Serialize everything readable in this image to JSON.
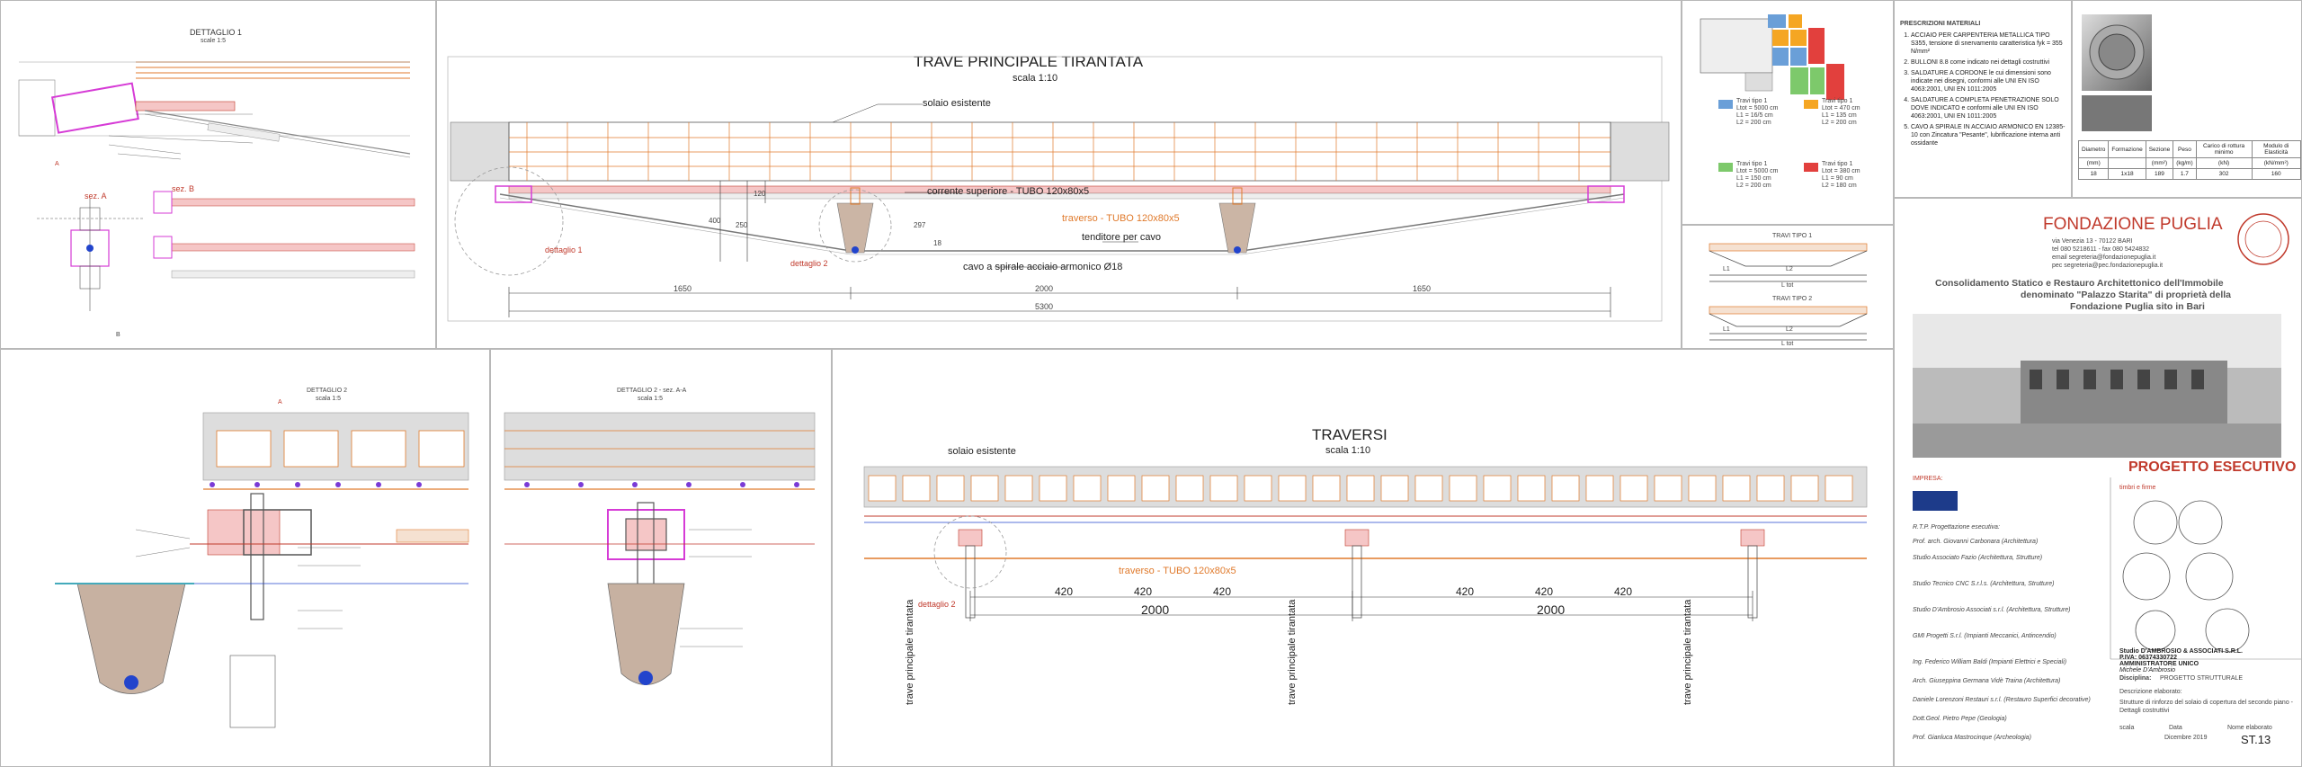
{
  "det1": {
    "title": "DETTAGLIO 1",
    "scale": "scale 1:5",
    "sezA": "sez. A",
    "sezB": "sez. B",
    "markA": "A",
    "markB": "B"
  },
  "trave": {
    "title": "TRAVE PRINCIPALE TIRANTATA",
    "scale": "scala 1:10",
    "solaio": "solaio esistente",
    "corrente": "corrente superiore - TUBO 120x80x5",
    "traverso": "traverso - TUBO 120x80x5",
    "tenditore": "tenditore per cavo",
    "cavo": "cavo a spirale acciaio armonico Ø18",
    "det1": "dettaglio 1",
    "det2": "dettaglio 2",
    "dims": {
      "d1": "1650",
      "d2": "2000",
      "d3": "1650",
      "total": "5300",
      "v400": "400",
      "v250": "250",
      "v120": "120",
      "v297": "297",
      "v18": "18"
    }
  },
  "plan": {
    "key": [
      {
        "label": "Travi tipo 1",
        "l1": "Ltot = 5000 cm",
        "l2": "L1 = 16/5 cm",
        "l3": "L2 = 200 cm",
        "color": "#6a9fd8"
      },
      {
        "label": "Travi tipo 1",
        "l1": "Ltot = 470 cm",
        "l2": "L1 = 135 cm",
        "l3": "L2 = 200 cm",
        "color": "#f5a623"
      },
      {
        "label": "Travi tipo 1",
        "l1": "Ltot = 5000 cm",
        "l2": "L1 = 150 cm",
        "l3": "L2 = 200 cm",
        "color": "#7dc96b"
      },
      {
        "label": "Travi tipo 1",
        "l1": "Ltot = 380 cm",
        "l2": "L1 = 90 cm",
        "l3": "L2 = 180 cm",
        "color": "#e2403d"
      }
    ],
    "tipo1": "TRAVI TIPO 1",
    "tipo2": "TRAVI TIPO 2",
    "l1": "L1",
    "l2": "L2",
    "ltot": "L tot"
  },
  "prescrizioni": {
    "title": "PRESCRIZIONI MATERIALI",
    "items": [
      "ACCIAIO PER CARPENTERIA METALLICA TIPO S355, tensione di snervamento caratteristica fyk = 355 N/mm²",
      "BULLONI 8.8 come indicato nei dettagli costruttivi",
      "SALDATURE A CORDONE le cui dimensioni sono indicate nei disegni, conformi alle UNI EN ISO 4063:2001, UNI EN 1011:2005",
      "SALDATURE A COMPLETA PENETRAZIONE SOLO DOVE INDICATO e conformi alle UNI EN ISO 4063:2001, UNI EN 1011:2005",
      "CAVO A SPIRALE IN ACCIAIO ARMONICO EN 12385-10 con Zincatura \"Pesante\", lubrificazione interna anti ossidante"
    ]
  },
  "cable_table": {
    "headers": [
      "Diametro",
      "Formazione",
      "Sezione",
      "Peso",
      "Carico di rottura minimo",
      "Modulo di Elasticità"
    ],
    "units": [
      "(mm)",
      "",
      "(mm²)",
      "(kg/m)",
      "(kN)",
      "(kN/mm²)"
    ],
    "row": [
      "18",
      "1x18",
      "189",
      "1.7",
      "302",
      "160"
    ]
  },
  "title_block": {
    "org": "FONDAZIONE PUGLIA",
    "address": [
      "via Venezia 13 - 70122 BARI",
      "tel 080 5218611 - fax 080 5424832",
      "email segreteria@fondazionepuglia.it",
      "pec segreteria@pec.fondazionepuglia.it"
    ],
    "project": [
      "Consolidamento Statico e Restauro Architettonico dell'Immobile",
      "denominato \"Palazzo Starita\" di proprietà della",
      "Fondazione Puglia sito in Bari"
    ],
    "progetto": "PROGETTO ESECUTIVO",
    "impresa": "IMPRESA:",
    "rtp": "R.T.P. Progettazione esecutiva:",
    "firms": [
      "Prof. arch. Giovanni Carbonara (Architettura)",
      "Studio Associato Fazio (Architettura, Strutture)",
      "Studio Tecnico CNC S.r.l.s. (Architettura, Strutture)",
      "Studio D'Ambrosio Associati s.r.l. (Architettura, Strutture)",
      "GMI Progetti S.r.l. (Impianti Meccanici, Antincendio)",
      "Ing. Federico William Baldi (Impianti Elettrici e Speciali)",
      "Arch. Giuseppina Germana Vidè Traina (Architettura)",
      "Daniele Lorenzoni Restauri s.r.l. (Restauro Superfici decorative)",
      "Dott.Geol. Pietro Pepe (Geologia)",
      "Prof. Gianluca Mastrocinque (Archeologia)"
    ],
    "timbri": "timbri e firme",
    "stamp_text": [
      "Studio D'AMBROSIO & ASSOCIATI S.R.L.",
      "P.IVA: 06374330722",
      "AMMINISTRATORE UNICO",
      "Michele D'Ambrosio"
    ],
    "disciplina_label": "Disciplina:",
    "disciplina": "PROGETTO STRUTTURALE",
    "descr_label": "Descrizione elaborato:",
    "descr": "Strutture di rinforzo del solaio di copertura del secondo piano - Dettagli costruttivi",
    "scala_label": "scala",
    "data_label": "Data",
    "data": "Dicembre 2019",
    "nome_label": "Nome elaborato",
    "nome": "ST.13"
  },
  "det2": {
    "title": "DETTAGLIO 2",
    "scale": "scala 1:5",
    "secA": "A"
  },
  "det2aa": {
    "title": "DETTAGLIO 2 - sez. A-A",
    "scale": "scala 1:5"
  },
  "traversi": {
    "title": "TRAVERSI",
    "scale": "scala 1:10",
    "solaio": "solaio esistente",
    "traverso": "traverso - TUBO 120x80x5",
    "det2": "dettaglio 2",
    "dims": [
      "420",
      "420",
      "420",
      "420",
      "420",
      "420"
    ],
    "span1": "2000",
    "span2": "2000",
    "label_vert": "trave principale tirantata"
  },
  "colors": {
    "accent": "#e07a2c",
    "red": "#c0392b",
    "pink": "#d63bd6",
    "blue": "#2244cc"
  }
}
